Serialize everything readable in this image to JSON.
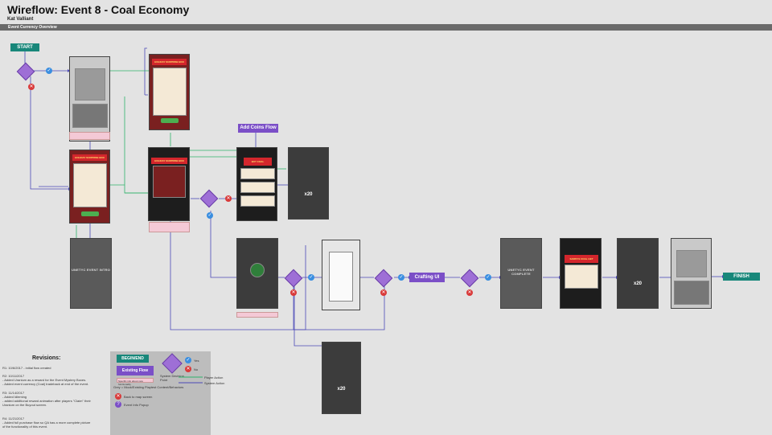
{
  "header": {
    "title": "Wireflow: Event 8 - Coal Economy",
    "author": "Kat Valliant",
    "section": "Event Currency Overview"
  },
  "flow": {
    "start": "START",
    "finish": "FINISH",
    "add_coins_flow": "Add Coins Flow",
    "crafting_ui": "Crafting UI",
    "event_intro": "UNETYC EVENT INTRO",
    "event_complete": "UNETYC EVENT COMPLETE",
    "x20_a": "x20",
    "x20_b": "x20",
    "x20_c": "x20",
    "holiday_box": "HOLIDAY SURPRISE BOX",
    "buy_coal": "BUY COAL",
    "coal_get": "SANTA'S COAL GET",
    "claim": "Claim"
  },
  "revisions": {
    "title": "Revisions:",
    "r1": "R1: 10/6/2017 - initial flow created",
    "r2_head": "R2: 10/11/2017",
    "r2_a": "- Added Uranium as a reward for the Event Mystery Boxes.",
    "r2_b": "- Added event currency (Coal) tradeback at end of the event.",
    "r3_head": "R3: 11/14/2017",
    "r3_a": "- Added Idleming",
    "r3_b": "- added additional reward animation after players \"Claim\" their",
    "r3_c": "Uranium on the Buyout screen.",
    "r4_head": "R4: 11/21/2017",
    "r4_a": "- Added full purchase flow so QA has a more complete picture",
    "r4_b": "of the functionality of this event."
  },
  "legend": {
    "begin_end": "BEGIN/END",
    "existing_flow": "Existing Flow",
    "diamond_label": "System Decision Point",
    "yes": "Yes",
    "no": "No",
    "player_action": "Player Action",
    "system_action": "System Action",
    "back_to_map": "Back to map screen",
    "event_info_popup": "Event Info Popup",
    "pink_note": "Specific info about new functionality",
    "gray_note": "Grey = Mock/Existing Playtest Content/Behaviors"
  },
  "colors": {
    "teal": "#18877a",
    "purple": "#7b4fc7",
    "blue_line": "#4b49b8",
    "green_line": "#2fb36b"
  }
}
